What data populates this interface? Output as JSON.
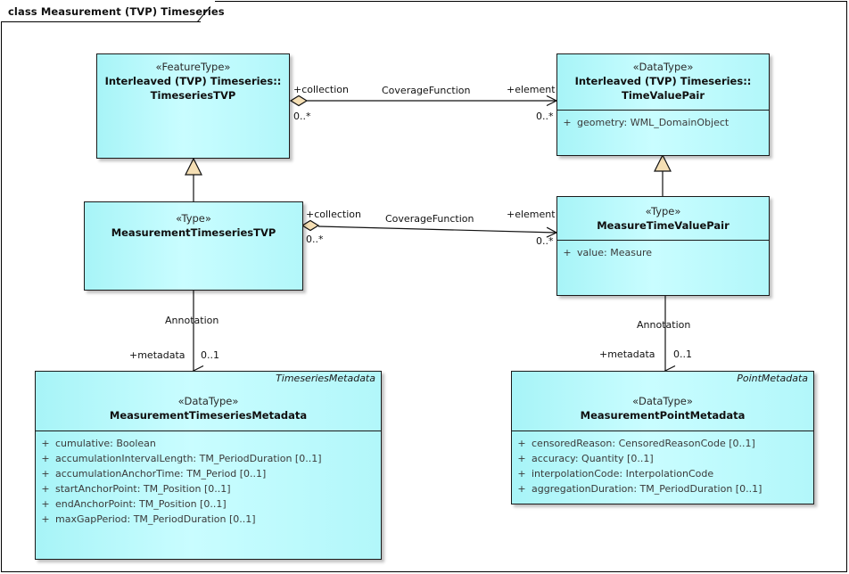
{
  "diagram": {
    "frame_title": "class Measurement (TVP) Timeseries",
    "accent_fill": "#b2f7fa",
    "border_color": "#1a1a1a",
    "diamond_fill": "#f5dfb4",
    "triangle_fill": "#f5dfb4"
  },
  "classes": {
    "timeseries_tvp": {
      "stereotype": "«FeatureType»",
      "name_line1": "Interleaved (TVP) Timeseries::",
      "name_line2": "TimeseriesTVP",
      "namespace": "",
      "attributes": []
    },
    "time_value_pair": {
      "stereotype": "«DataType»",
      "name_line1": "Interleaved (TVP) Timeseries::",
      "name_line2": "TimeValuePair",
      "namespace": "",
      "attributes": [
        {
          "visibility": "+",
          "signature": "geometry: WML_DomainObject"
        }
      ]
    },
    "measurement_timeseries_tvp": {
      "stereotype": "«Type»",
      "name_line1": "MeasurementTimeseriesTVP",
      "name_line2": "",
      "namespace": "",
      "attributes": []
    },
    "measure_time_value_pair": {
      "stereotype": "«Type»",
      "name_line1": "MeasureTimeValuePair",
      "name_line2": "",
      "namespace": "",
      "attributes": [
        {
          "visibility": "+",
          "signature": "value: Measure"
        }
      ]
    },
    "measurement_timeseries_metadata": {
      "stereotype": "«DataType»",
      "name_line1": "MeasurementTimeseriesMetadata",
      "name_line2": "",
      "namespace": "TimeseriesMetadata",
      "attributes": [
        {
          "visibility": "+",
          "signature": "cumulative: Boolean"
        },
        {
          "visibility": "+",
          "signature": "accumulationIntervalLength: TM_PeriodDuration [0..1]"
        },
        {
          "visibility": "+",
          "signature": "accumulationAnchorTime: TM_Period [0..1]"
        },
        {
          "visibility": "+",
          "signature": "startAnchorPoint: TM_Position [0..1]"
        },
        {
          "visibility": "+",
          "signature": "endAnchorPoint: TM_Position [0..1]"
        },
        {
          "visibility": "+",
          "signature": "maxGapPeriod: TM_PeriodDuration [0..1]"
        }
      ]
    },
    "measurement_point_metadata": {
      "stereotype": "«DataType»",
      "name_line1": "MeasurementPointMetadata",
      "name_line2": "",
      "namespace": "PointMetadata",
      "attributes": [
        {
          "visibility": "+",
          "signature": "censoredReason: CensoredReasonCode [0..1]"
        },
        {
          "visibility": "+",
          "signature": "accuracy: Quantity [0..1]"
        },
        {
          "visibility": "+",
          "signature": "interpolationCode: InterpolationCode"
        },
        {
          "visibility": "+",
          "signature": "aggregationDuration: TM_PeriodDuration [0..1]"
        }
      ]
    }
  },
  "connectors": {
    "coverage_function_top": {
      "name": "CoverageFunction",
      "source_role": "+collection",
      "source_mult": "0..*",
      "target_role": "+element",
      "target_mult": "0..*"
    },
    "coverage_function_bottom": {
      "name": "CoverageFunction",
      "source_role": "+collection",
      "source_mult": "0..*",
      "target_role": "+element",
      "target_mult": "0..*"
    },
    "annotation_left": {
      "name": "Annotation",
      "source_role": "+metadata",
      "target_mult": "0..1"
    },
    "annotation_right": {
      "name": "Annotation",
      "source_role": "+metadata",
      "target_mult": "0..1"
    }
  }
}
